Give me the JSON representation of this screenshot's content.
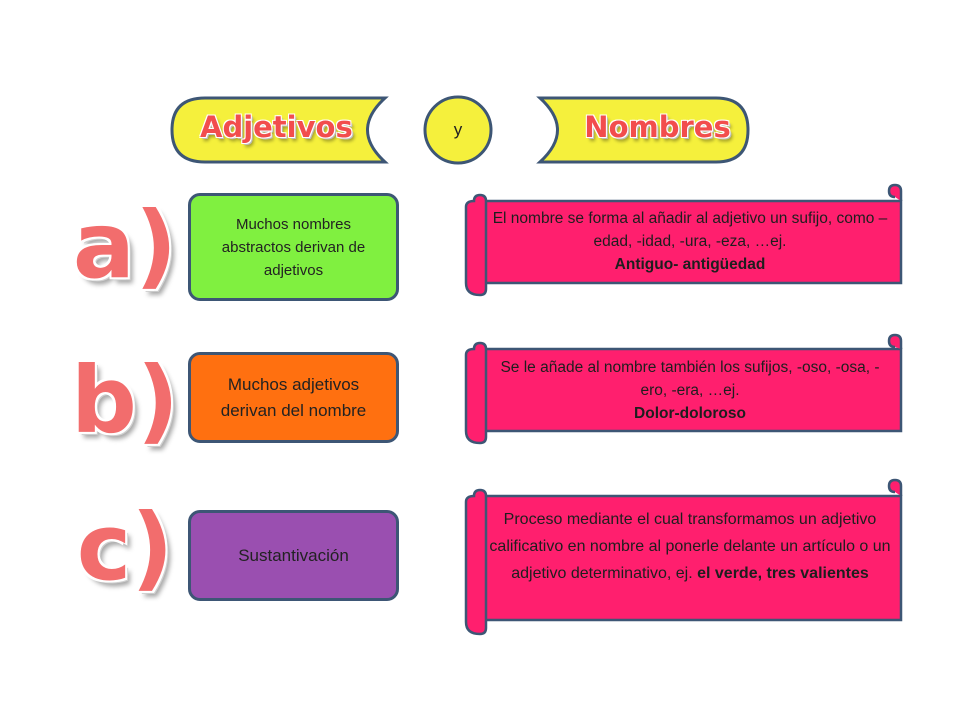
{
  "header": {
    "left_title": "Adjetivos",
    "connector": "y",
    "right_title": "Nombres"
  },
  "rows": [
    {
      "letter": "a)",
      "box_text": "Muchos nombres abstractos  derivan de adjetivos",
      "box_color": "#80f040",
      "scroll_text": "El nombre se forma al añadir al adjetivo un sufijo, como –edad, -idad, -ura, -eza, …ej.",
      "scroll_bold": "Antiguo- antigüedad"
    },
    {
      "letter": "b)",
      "box_text": "Muchos adjetivos derivan del nombre",
      "box_color": "#ff7010",
      "scroll_text": "Se le añade al nombre también los sufijos, -oso, -osa, -ero, -era, …ej.",
      "scroll_bold": "Dolor-doloroso"
    },
    {
      "letter": "c)",
      "box_text": "Sustantivación",
      "box_color": "#9a4fb0",
      "scroll_text": "Proceso mediante el cual transformamos un adjetivo calificativo en nombre al ponerle delante un artículo o un adjetivo determinativo, ej.",
      "scroll_bold": "el verde, tres valientes"
    }
  ],
  "colors": {
    "banner_fill": "#f5f03c",
    "outline": "#3d5675",
    "scroll_fill": "#ff1f6e",
    "letter_color": "#f26d6d"
  }
}
